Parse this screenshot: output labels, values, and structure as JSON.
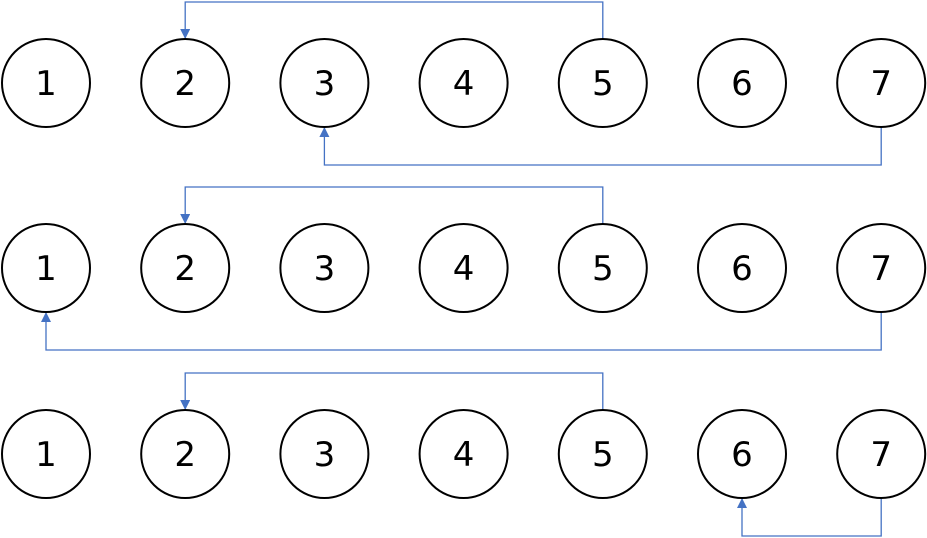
{
  "connector_color": "#4472C4",
  "rows": [
    {
      "nodes": [
        "1",
        "2",
        "3",
        "4",
        "5",
        "6",
        "7"
      ],
      "edges": [
        {
          "from": "5",
          "to": "2",
          "route": "above"
        },
        {
          "from": "7",
          "to": "3",
          "route": "below"
        }
      ]
    },
    {
      "nodes": [
        "1",
        "2",
        "3",
        "4",
        "5",
        "6",
        "7"
      ],
      "edges": [
        {
          "from": "5",
          "to": "2",
          "route": "above"
        },
        {
          "from": "7",
          "to": "1",
          "route": "below"
        }
      ]
    },
    {
      "nodes": [
        "1",
        "2",
        "3",
        "4",
        "5",
        "6",
        "7"
      ],
      "edges": [
        {
          "from": "5",
          "to": "2",
          "route": "above"
        },
        {
          "from": "7",
          "to": "6",
          "route": "below"
        }
      ]
    }
  ]
}
